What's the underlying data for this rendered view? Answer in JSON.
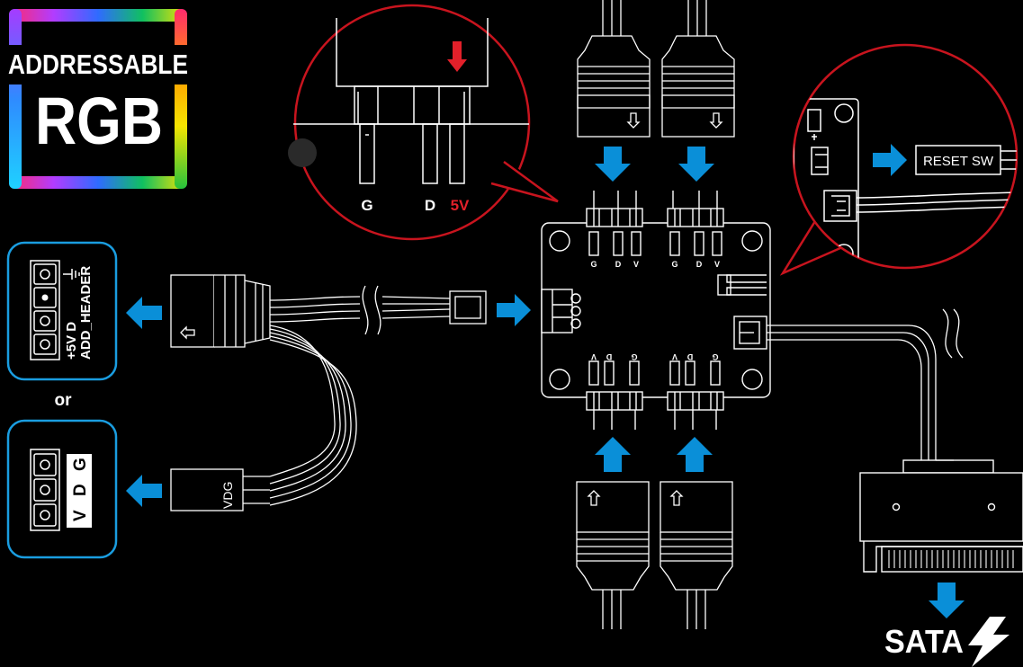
{
  "logo": {
    "line1": "ADDRESSABLE",
    "line2": "RGB"
  },
  "zoom_left": {
    "pin_labels": [
      "G",
      "D",
      "5V"
    ]
  },
  "zoom_right": {
    "switch_label": "RESET SW"
  },
  "hub": {
    "top_pin_labels": [
      "G",
      "D",
      "V",
      "G",
      "D",
      "V"
    ],
    "bottom_pin_labels": [
      "V",
      "D",
      "G",
      "V",
      "D",
      "G"
    ]
  },
  "header_addressable": {
    "pin_label": "+5V  D",
    "name": "ADD_HEADER"
  },
  "or_label": "or",
  "header_vdg": {
    "labels": [
      "V",
      "D",
      "G"
    ]
  },
  "cable_plug_label": "VDG",
  "sata": {
    "label": "SATA"
  },
  "colors": {
    "arrow_blue": "#0a8fd8",
    "zoom_red": "#c8141e",
    "highlight_red": "#e2202a",
    "box_blue": "#1a9de0",
    "line": "#ffffff"
  },
  "icons": [
    "down-arrow-icon",
    "up-arrow-icon",
    "left-arrow-icon",
    "right-arrow-icon",
    "ground-icon",
    "lightning-icon"
  ]
}
